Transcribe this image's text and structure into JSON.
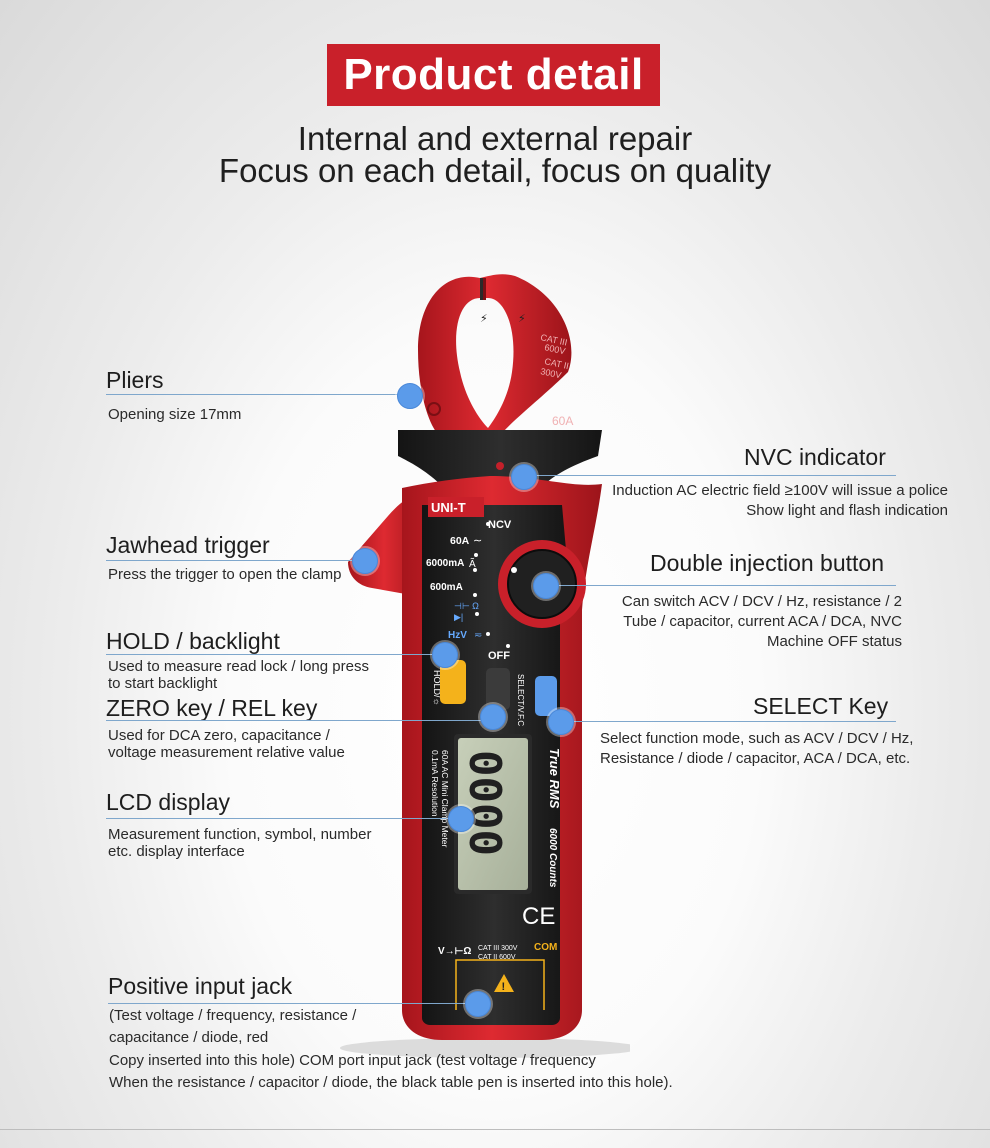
{
  "header": {
    "badge": "Product detail",
    "subtitle_line1": "Internal and external repair",
    "subtitle_line2": "Focus on each detail, focus on quality"
  },
  "device_labels": {
    "brand": "UNI-T",
    "ncv": "NCV",
    "range_60a": "60A",
    "range_6000ma": "6000mA",
    "range_600ma": "600mA",
    "range_hzv": "HzV",
    "off": "OFF",
    "select": "SELECT/V.F.C",
    "hold": "HOLD/☼",
    "lcd_digits": "0000",
    "true_rms": "True RMS",
    "counts": "6000 Counts",
    "model_line1": "60A AC Mini Clamp Meter",
    "model_line2": "0.1mA Resolution",
    "ce": "CE",
    "jaw_cat1": "CAT III",
    "jaw_cat1_v": "600V",
    "jaw_cat2": "CAT II",
    "jaw_cat2_v": "300V",
    "jaw_60a": "60A",
    "cat_iii": "CAT III 300V",
    "cat_ii": "CAT II 600V",
    "com": "COM"
  },
  "annotations": {
    "pliers": {
      "title": "Pliers",
      "desc": [
        "Opening size 17mm"
      ]
    },
    "nvc": {
      "title": "NVC indicator",
      "desc": [
        "Induction AC electric field ≥100V will issue a police",
        "Show light and flash indication"
      ]
    },
    "jawhead": {
      "title": "Jawhead trigger",
      "desc": [
        "Press the trigger to open the clamp"
      ]
    },
    "double": {
      "title": "Double injection button",
      "desc": [
        "Can switch ACV / DCV / Hz, resistance / 2",
        "Tube / capacitor, current ACA / DCA, NVC",
        "Machine OFF status"
      ]
    },
    "hold": {
      "title": "HOLD / backlight",
      "desc": [
        "Used to measure read lock / long press",
        "to start backlight"
      ]
    },
    "zero": {
      "title": "ZERO key / REL key",
      "desc": [
        "Used for DCA zero, capacitance /",
        "voltage measurement relative value"
      ]
    },
    "select": {
      "title": "SELECT Key",
      "desc": [
        "Select function mode, such as ACV / DCV / Hz,",
        "Resistance / diode / capacitor, ACA / DCA, etc."
      ]
    },
    "lcd": {
      "title": "LCD display",
      "desc": [
        "Measurement function, symbol, number",
        "etc. display interface"
      ]
    },
    "jack": {
      "title": "Positive input jack",
      "desc": [
        "(Test voltage / frequency, resistance /",
        "capacitance / diode, red",
        "Copy inserted into this hole) COM port input jack (test voltage / frequency",
        "When the resistance / capacitor / diode, the black table pen is inserted into this hole)."
      ]
    }
  },
  "colors": {
    "badge": "#c9202a",
    "device_red": "#d1242b",
    "device_black": "#222222",
    "dot_blue": "#5b9bea",
    "hold_yellow": "#f4b21b"
  }
}
